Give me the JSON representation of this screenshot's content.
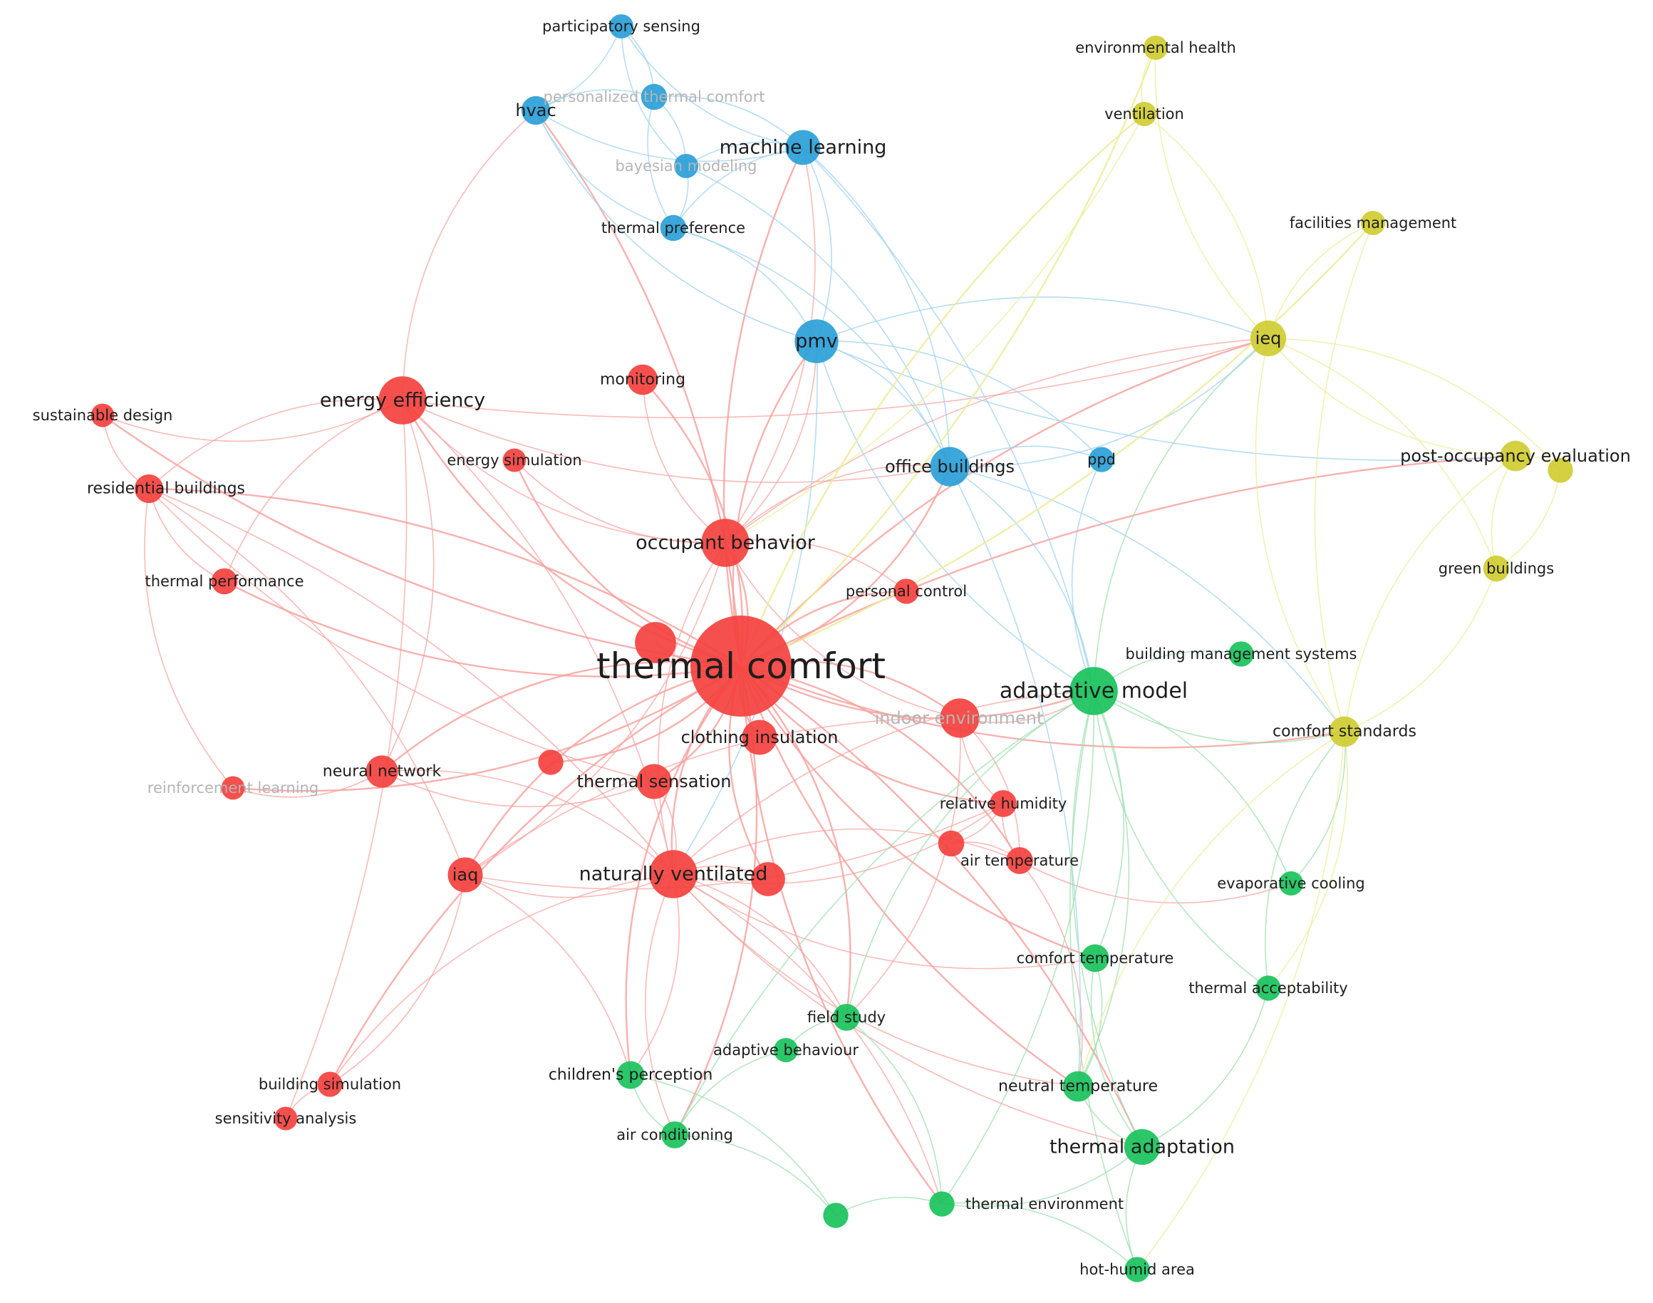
{
  "clusters": {
    "red": {
      "color": "#f4413e",
      "edge": "#f7a3a0"
    },
    "blue": {
      "color": "#2a9fd8",
      "edge": "#9fd2f0"
    },
    "green": {
      "color": "#19c25c",
      "edge": "#9edfae"
    },
    "yellow": {
      "color": "#cfcc32",
      "edge": "#ecec9a"
    }
  },
  "nodes": [
    {
      "id": "thermal-comfort",
      "label": "thermal comfort",
      "cluster": "red",
      "weight": 10
    },
    {
      "id": "occupant-behavior",
      "label": "occupant behavior",
      "cluster": "red",
      "weight": 4
    },
    {
      "id": "energy-efficiency",
      "label": "energy efficiency",
      "cluster": "red",
      "weight": 4
    },
    {
      "id": "naturally-ventilated",
      "label": "naturally ventilated",
      "cluster": "red",
      "weight": 4
    },
    {
      "id": "thermal-sensation",
      "label": "thermal sensation",
      "cluster": "red",
      "weight": 2.5
    },
    {
      "id": "clothing-insulation",
      "label": "clothing insulation",
      "cluster": "red",
      "weight": 2.5
    },
    {
      "id": "indoor-environment",
      "label": "indoor environment",
      "cluster": "red",
      "weight": 3,
      "faded": true
    },
    {
      "id": "monitoring",
      "label": "monitoring",
      "cluster": "red",
      "weight": 2
    },
    {
      "id": "energy-simulation",
      "label": "energy simulation",
      "cluster": "red",
      "weight": 1.2
    },
    {
      "id": "sustainable-design",
      "label": "sustainable design",
      "cluster": "red",
      "weight": 1.2
    },
    {
      "id": "residential-buildings",
      "label": "residential buildings",
      "cluster": "red",
      "weight": 1.8
    },
    {
      "id": "thermal-performance",
      "label": "thermal performance",
      "cluster": "red",
      "weight": 1.5
    },
    {
      "id": "neural-network",
      "label": "neural network",
      "cluster": "red",
      "weight": 2.2
    },
    {
      "id": "reinforcement-learning",
      "label": "reinforcement learning",
      "cluster": "red",
      "weight": 1.2,
      "faded": true
    },
    {
      "id": "iaq",
      "label": "iaq",
      "cluster": "red",
      "weight": 2.5
    },
    {
      "id": "personal-control",
      "label": "personal control",
      "cluster": "red",
      "weight": 1.4
    },
    {
      "id": "relative-humidity",
      "label": "relative humidity",
      "cluster": "red",
      "weight": 1.6
    },
    {
      "id": "air-temperature",
      "label": "air temperature",
      "cluster": "red",
      "weight": 1.6
    },
    {
      "id": "building-simulation",
      "label": "building simulation",
      "cluster": "red",
      "weight": 1.4
    },
    {
      "id": "sensitivity-analysis",
      "label": "sensitivity analysis",
      "cluster": "red",
      "weight": 1.2
    },
    {
      "id": "red-unlabeled-a",
      "label": "",
      "cluster": "red",
      "weight": 3.2
    },
    {
      "id": "red-unlabeled-b",
      "label": "",
      "cluster": "red",
      "weight": 1.4
    },
    {
      "id": "red-unlabeled-c",
      "label": "",
      "cluster": "red",
      "weight": 1.5
    },
    {
      "id": "red-unlabeled-d",
      "label": "",
      "cluster": "red",
      "weight": 2.4
    },
    {
      "id": "pmv",
      "label": "pmv",
      "cluster": "blue",
      "weight": 3.5
    },
    {
      "id": "office-buildings",
      "label": "office buildings",
      "cluster": "blue",
      "weight": 3
    },
    {
      "id": "machine-learning",
      "label": "machine learning",
      "cluster": "blue",
      "weight": 2.5
    },
    {
      "id": "hvac",
      "label": "hvac",
      "cluster": "blue",
      "weight": 1.8
    },
    {
      "id": "participatory-sensing",
      "label": "participatory sensing",
      "cluster": "blue",
      "weight": 1.3
    },
    {
      "id": "personalized-thermal-comfort",
      "label": "personalized thermal comfort",
      "cluster": "blue",
      "weight": 1.5,
      "faded": true
    },
    {
      "id": "bayesian-modeling",
      "label": "bayesian modeling",
      "cluster": "blue",
      "weight": 1.3,
      "faded": true
    },
    {
      "id": "thermal-preference",
      "label": "thermal preference",
      "cluster": "blue",
      "weight": 1.5
    },
    {
      "id": "ppd",
      "label": "ppd",
      "cluster": "blue",
      "weight": 1.4
    },
    {
      "id": "adaptative-model",
      "label": "adaptative model",
      "cluster": "green",
      "weight": 4
    },
    {
      "id": "building-management-systems",
      "label": "building management systems",
      "cluster": "green",
      "weight": 1.4
    },
    {
      "id": "evaporative-cooling",
      "label": "evaporative cooling",
      "cluster": "green",
      "weight": 1.3
    },
    {
      "id": "comfort-temperature",
      "label": "comfort temperature",
      "cluster": "green",
      "weight": 1.7
    },
    {
      "id": "thermal-acceptability",
      "label": "thermal acceptability",
      "cluster": "green",
      "weight": 1.4
    },
    {
      "id": "field-study",
      "label": "field study",
      "cluster": "green",
      "weight": 1.6
    },
    {
      "id": "adaptive-behaviour",
      "label": "adaptive behaviour",
      "cluster": "green",
      "weight": 1.3
    },
    {
      "id": "childrens-perception",
      "label": "children's perception",
      "cluster": "green",
      "weight": 1.7
    },
    {
      "id": "neutral-temperature",
      "label": "neutral temperature",
      "cluster": "green",
      "weight": 2
    },
    {
      "id": "thermal-adaptation",
      "label": "thermal adaptation",
      "cluster": "green",
      "weight": 2.6
    },
    {
      "id": "air-conditioning",
      "label": "air conditioning",
      "cluster": "green",
      "weight": 1.6
    },
    {
      "id": "thermal-environment",
      "label": "thermal environment",
      "cluster": "green",
      "weight": 1.4
    },
    {
      "id": "hot-humid-area",
      "label": "hot-humid area",
      "cluster": "green",
      "weight": 1.4
    },
    {
      "id": "green-unlabeled-a",
      "label": "",
      "cluster": "green",
      "weight": 1.4
    },
    {
      "id": "ieq",
      "label": "ieq",
      "cluster": "yellow",
      "weight": 2.6
    },
    {
      "id": "environmental-health",
      "label": "environmental health",
      "cluster": "yellow",
      "weight": 1.3
    },
    {
      "id": "ventilation",
      "label": "ventilation",
      "cluster": "yellow",
      "weight": 1.3
    },
    {
      "id": "facilities-management",
      "label": "facilities management",
      "cluster": "yellow",
      "weight": 1.3
    },
    {
      "id": "post-occupancy-evaluation",
      "label": "post-occupancy evaluation",
      "cluster": "yellow",
      "weight": 2
    },
    {
      "id": "green-buildings",
      "label": "green buildings",
      "cluster": "yellow",
      "weight": 1.5
    },
    {
      "id": "comfort-standards",
      "label": "comfort standards",
      "cluster": "yellow",
      "weight": 2
    },
    {
      "id": "yellow-unlabeled-a",
      "label": "",
      "cluster": "yellow",
      "weight": 1.4
    }
  ],
  "edges": [
    [
      "thermal-comfort",
      "occupant-behavior"
    ],
    [
      "thermal-comfort",
      "energy-efficiency"
    ],
    [
      "thermal-comfort",
      "naturally-ventilated"
    ],
    [
      "thermal-comfort",
      "thermal-sensation"
    ],
    [
      "thermal-comfort",
      "clothing-insulation"
    ],
    [
      "thermal-comfort",
      "indoor-environment"
    ],
    [
      "thermal-comfort",
      "monitoring"
    ],
    [
      "thermal-comfort",
      "energy-simulation"
    ],
    [
      "thermal-comfort",
      "residential-buildings"
    ],
    [
      "thermal-comfort",
      "thermal-performance"
    ],
    [
      "thermal-comfort",
      "neural-network"
    ],
    [
      "thermal-comfort",
      "reinforcement-learning"
    ],
    [
      "thermal-comfort",
      "iaq"
    ],
    [
      "thermal-comfort",
      "personal-control"
    ],
    [
      "thermal-comfort",
      "relative-humidity"
    ],
    [
      "thermal-comfort",
      "air-temperature"
    ],
    [
      "thermal-comfort",
      "building-simulation"
    ],
    [
      "thermal-comfort",
      "pmv"
    ],
    [
      "thermal-comfort",
      "office-buildings"
    ],
    [
      "thermal-comfort",
      "machine-learning"
    ],
    [
      "thermal-comfort",
      "adaptative-model"
    ],
    [
      "thermal-comfort",
      "ieq"
    ],
    [
      "thermal-comfort",
      "comfort-standards"
    ],
    [
      "thermal-comfort",
      "thermal-adaptation"
    ],
    [
      "thermal-comfort",
      "neutral-temperature"
    ],
    [
      "thermal-comfort",
      "field-study"
    ],
    [
      "thermal-comfort",
      "childrens-perception"
    ],
    [
      "thermal-comfort",
      "post-occupancy-evaluation"
    ],
    [
      "thermal-comfort",
      "hvac"
    ],
    [
      "thermal-comfort",
      "sustainable-design"
    ],
    [
      "thermal-comfort",
      "thermal-environment"
    ],
    [
      "thermal-comfort",
      "air-conditioning"
    ],
    [
      "thermal-comfort",
      "comfort-temperature"
    ],
    [
      "thermal-comfort",
      "red-unlabeled-a"
    ],
    [
      "thermal-comfort",
      "red-unlabeled-d"
    ],
    [
      "thermal-comfort",
      "red-unlabeled-b"
    ],
    [
      "energy-efficiency",
      "residential-buildings"
    ],
    [
      "energy-efficiency",
      "sustainable-design"
    ],
    [
      "energy-efficiency",
      "thermal-performance"
    ],
    [
      "energy-efficiency",
      "hvac"
    ],
    [
      "energy-efficiency",
      "occupant-behavior"
    ],
    [
      "energy-efficiency",
      "neural-network"
    ],
    [
      "energy-efficiency",
      "office-buildings"
    ],
    [
      "energy-efficiency",
      "naturally-ventilated"
    ],
    [
      "energy-efficiency",
      "ieq"
    ],
    [
      "residential-buildings",
      "sustainable-design"
    ],
    [
      "residential-buildings",
      "thermal-performance"
    ],
    [
      "residential-buildings",
      "naturally-ventilated"
    ],
    [
      "residential-buildings",
      "thermal-sensation"
    ],
    [
      "residential-buildings",
      "iaq"
    ],
    [
      "residential-buildings",
      "reinforcement-learning"
    ],
    [
      "neural-network",
      "reinforcement-learning"
    ],
    [
      "neural-network",
      "thermal-sensation"
    ],
    [
      "neural-network",
      "naturally-ventilated"
    ],
    [
      "iaq",
      "naturally-ventilated"
    ],
    [
      "iaq",
      "building-simulation"
    ],
    [
      "iaq",
      "occupant-behavior"
    ],
    [
      "iaq",
      "indoor-environment"
    ],
    [
      "iaq",
      "relative-humidity"
    ],
    [
      "iaq",
      "childrens-perception"
    ],
    [
      "building-simulation",
      "sensitivity-analysis"
    ],
    [
      "building-simulation",
      "naturally-ventilated"
    ],
    [
      "sensitivity-analysis",
      "energy-efficiency"
    ],
    [
      "occupant-behavior",
      "monitoring"
    ],
    [
      "occupant-behavior",
      "pmv"
    ],
    [
      "occupant-behavior",
      "office-buildings"
    ],
    [
      "occupant-behavior",
      "naturally-ventilated"
    ],
    [
      "occupant-behavior",
      "personal-control"
    ],
    [
      "occupant-behavior",
      "indoor-environment"
    ],
    [
      "occupant-behavior",
      "ieq"
    ],
    [
      "occupant-behavior",
      "machine-learning"
    ],
    [
      "occupant-behavior",
      "energy-simulation"
    ],
    [
      "naturally-ventilated",
      "thermal-sensation"
    ],
    [
      "naturally-ventilated",
      "air-temperature"
    ],
    [
      "naturally-ventilated",
      "relative-humidity"
    ],
    [
      "naturally-ventilated",
      "adaptative-model"
    ],
    [
      "naturally-ventilated",
      "thermal-adaptation"
    ],
    [
      "naturally-ventilated",
      "field-study"
    ],
    [
      "naturally-ventilated",
      "neutral-temperature"
    ],
    [
      "naturally-ventilated",
      "childrens-perception"
    ],
    [
      "naturally-ventilated",
      "air-conditioning"
    ],
    [
      "naturally-ventilated",
      "thermal-environment"
    ],
    [
      "naturally-ventilated",
      "comfort-temperature"
    ],
    [
      "naturally-ventilated",
      "red-unlabeled-d"
    ],
    [
      "indoor-environment",
      "relative-humidity"
    ],
    [
      "indoor-environment",
      "air-temperature"
    ],
    [
      "indoor-environment",
      "adaptative-model"
    ],
    [
      "indoor-environment",
      "field-study"
    ],
    [
      "relative-humidity",
      "air-temperature"
    ],
    [
      "relative-humidity",
      "red-unlabeled-c"
    ],
    [
      "air-temperature",
      "red-unlabeled-c"
    ],
    [
      "air-temperature",
      "neutral-temperature"
    ],
    [
      "air-temperature",
      "evaporative-cooling"
    ],
    [
      "pmv",
      "office-buildings"
    ],
    [
      "pmv",
      "machine-learning"
    ],
    [
      "pmv",
      "ppd"
    ],
    [
      "pmv",
      "adaptative-model"
    ],
    [
      "pmv",
      "ieq"
    ],
    [
      "pmv",
      "thermal-preference"
    ],
    [
      "pmv",
      "hvac"
    ],
    [
      "pmv",
      "post-occupancy-evaluation"
    ],
    [
      "pmv",
      "naturally-ventilated"
    ],
    [
      "office-buildings",
      "machine-learning"
    ],
    [
      "office-buildings",
      "adaptative-model"
    ],
    [
      "office-buildings",
      "ieq"
    ],
    [
      "office-buildings",
      "ppd"
    ],
    [
      "office-buildings",
      "thermal-preference"
    ],
    [
      "office-buildings",
      "comfort-standards"
    ],
    [
      "office-buildings",
      "bayesian-modeling"
    ],
    [
      "office-buildings",
      "neutral-temperature"
    ],
    [
      "machine-learning",
      "personalized-thermal-comfort"
    ],
    [
      "machine-learning",
      "hvac"
    ],
    [
      "machine-learning",
      "thermal-preference"
    ],
    [
      "machine-learning",
      "adaptative-model"
    ],
    [
      "machine-learning",
      "bayesian-modeling"
    ],
    [
      "machine-learning",
      "participatory-sensing"
    ],
    [
      "hvac",
      "participatory-sensing"
    ],
    [
      "hvac",
      "personalized-thermal-comfort"
    ],
    [
      "hvac",
      "thermal-preference"
    ],
    [
      "participatory-sensing",
      "personalized-thermal-comfort"
    ],
    [
      "participatory-sensing",
      "bayesian-modeling"
    ],
    [
      "personalized-thermal-comfort",
      "bayesian-modeling"
    ],
    [
      "personalized-thermal-comfort",
      "thermal-preference"
    ],
    [
      "bayesian-modeling",
      "thermal-preference"
    ],
    [
      "ppd",
      "adaptative-model"
    ],
    [
      "adaptative-model",
      "building-management-systems"
    ],
    [
      "adaptative-model",
      "comfort-standards"
    ],
    [
      "adaptative-model",
      "comfort-temperature"
    ],
    [
      "adaptative-model",
      "thermal-adaptation"
    ],
    [
      "adaptative-model",
      "neutral-temperature"
    ],
    [
      "adaptative-model",
      "thermal-acceptability"
    ],
    [
      "adaptative-model",
      "evaporative-cooling"
    ],
    [
      "adaptative-model",
      "field-study"
    ],
    [
      "adaptative-model",
      "ieq"
    ],
    [
      "adaptative-model",
      "hot-humid-area"
    ],
    [
      "adaptative-model",
      "thermal-environment"
    ],
    [
      "adaptative-model",
      "air-conditioning"
    ],
    [
      "comfort-temperature",
      "neutral-temperature"
    ],
    [
      "comfort-temperature",
      "thermal-adaptation"
    ],
    [
      "thermal-adaptation",
      "neutral-temperature"
    ],
    [
      "thermal-adaptation",
      "hot-humid-area"
    ],
    [
      "thermal-adaptation",
      "thermal-environment"
    ],
    [
      "thermal-adaptation",
      "thermal-acceptability"
    ],
    [
      "thermal-environment",
      "hot-humid-area"
    ],
    [
      "thermal-environment",
      "green-unlabeled-a"
    ],
    [
      "air-conditioning",
      "green-unlabeled-a"
    ],
    [
      "childrens-perception",
      "air-conditioning"
    ],
    [
      "childrens-perception",
      "green-unlabeled-a"
    ],
    [
      "field-study",
      "adaptive-behaviour"
    ],
    [
      "field-study",
      "thermal-environment"
    ],
    [
      "adaptive-behaviour",
      "air-conditioning"
    ],
    [
      "thermal-acceptability",
      "comfort-standards"
    ],
    [
      "evaporative-cooling",
      "comfort-standards"
    ],
    [
      "ieq",
      "environmental-health"
    ],
    [
      "ieq",
      "ventilation"
    ],
    [
      "ieq",
      "facilities-management"
    ],
    [
      "ieq",
      "post-occupancy-evaluation"
    ],
    [
      "ieq",
      "green-buildings"
    ],
    [
      "ieq",
      "comfort-standards"
    ],
    [
      "ieq",
      "yellow-unlabeled-a"
    ],
    [
      "environmental-health",
      "ventilation"
    ],
    [
      "ventilation",
      "occupant-behavior"
    ],
    [
      "ventilation",
      "thermal-comfort"
    ],
    [
      "environmental-health",
      "thermal-comfort"
    ],
    [
      "facilities-management",
      "comfort-standards"
    ],
    [
      "facilities-management",
      "thermal-comfort"
    ],
    [
      "post-occupancy-evaluation",
      "green-buildings"
    ],
    [
      "post-occupancy-evaluation",
      "yellow-unlabeled-a"
    ],
    [
      "post-occupancy-evaluation",
      "comfort-standards"
    ],
    [
      "green-buildings",
      "comfort-standards"
    ],
    [
      "green-buildings",
      "yellow-unlabeled-a"
    ],
    [
      "comfort-standards",
      "thermal-acceptability"
    ],
    [
      "comfort-standards",
      "neutral-temperature"
    ],
    [
      "comfort-standards",
      "hot-humid-area"
    ]
  ]
}
